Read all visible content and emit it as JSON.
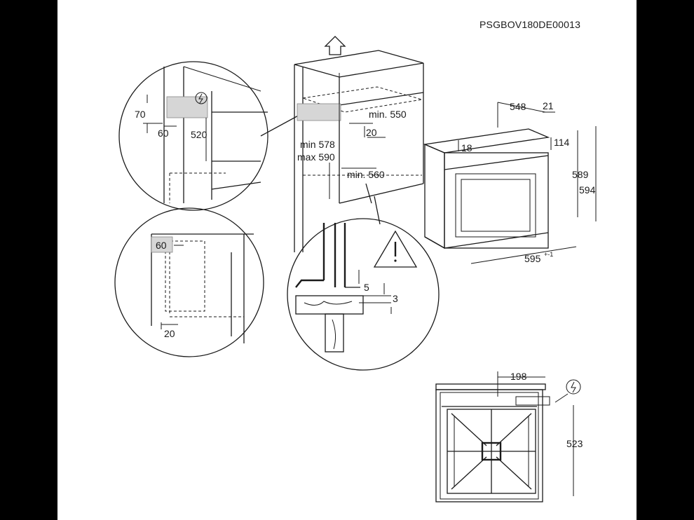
{
  "diagram": {
    "code": "PSGBOV180DE00013",
    "colors": {
      "background": "#000000",
      "canvas": "#ffffff",
      "ink": "#1a1a1a",
      "highlight": "#d6d6d6"
    },
    "icons": {
      "power": "power-symbol-icon",
      "warning": "warning-triangle-icon",
      "arrow": "up-arrow-icon"
    },
    "labels": {
      "d70": "70",
      "d60a": "60",
      "d520": "520",
      "d60b": "60",
      "d20a": "20",
      "min578": "min 578",
      "max590": "max 590",
      "min550": "min. 550",
      "d20b": "20",
      "min560": "min. 560",
      "d5": "5",
      "d3": "3",
      "d548": "548",
      "d21": "21",
      "d18": "18",
      "d114": "114",
      "d589": "589",
      "d594": "594",
      "d595": "595",
      "d595tol": "+-1",
      "d198": "198",
      "d523": "523"
    }
  }
}
